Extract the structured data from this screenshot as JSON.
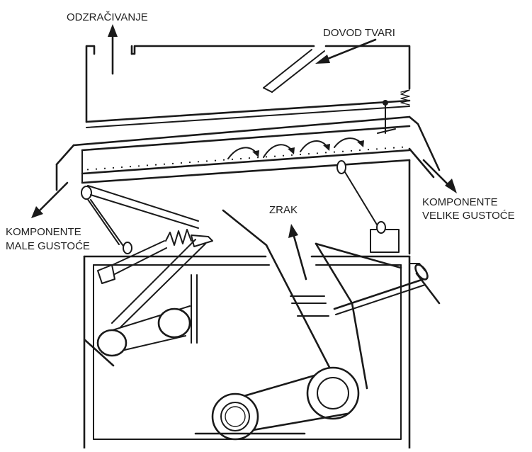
{
  "labels": {
    "vent": "ODZRAČIVANJE",
    "feed": "DOVOD TVARI",
    "heavy_line1": "KOMPONENTE",
    "heavy_line2": "VELIKE GUSTOĆE",
    "light_line1": "KOMPONENTE",
    "light_line2": "MALE GUSTOĆE",
    "air": "ZRAK"
  },
  "colors": {
    "stroke": "#1a1a1a",
    "background": "#ffffff"
  }
}
